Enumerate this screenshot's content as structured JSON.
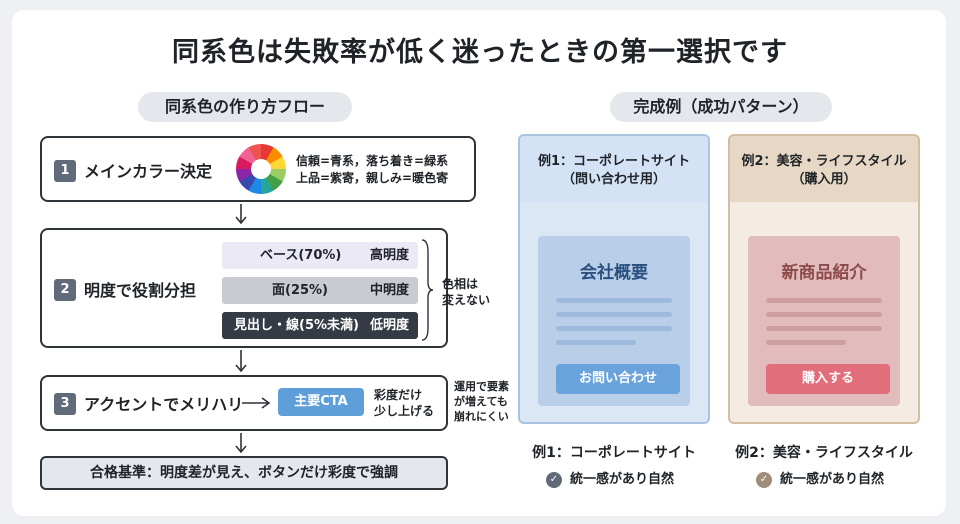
{
  "title": "同系色は失敗率が低く迷ったときの第一選択です",
  "flow": {
    "heading": "同系色の作り方フロー",
    "step1": {
      "num": "1",
      "label": "メインカラー決定",
      "note_line1": "信頼=青系，落ち着き=緑系",
      "note_line2": "上品=紫寄，親しみ=暖色寄"
    },
    "step2": {
      "num": "2",
      "label": "明度で役割分担",
      "bands": [
        {
          "name": "ベース(70%)",
          "level": "高明度",
          "color": "#ece9f7",
          "text_color": "#1f2328"
        },
        {
          "name": "面(25%)",
          "level": "中明度",
          "color": "#c8cbd0",
          "text_color": "#1f2328"
        },
        {
          "name": "見出し・線(5%未満)",
          "level": "低明度",
          "color": "#353b44",
          "text_color": "#ffffff"
        }
      ],
      "side_line1": "色相は",
      "side_line2": "変えない"
    },
    "step3": {
      "num": "3",
      "label": "アクセントでメリハリ",
      "cta": "主要CTA",
      "note_line1": "彩度だけ",
      "note_line2": "少し上げる",
      "side_line1": "運用で要素",
      "side_line2": "が増えても",
      "side_line3": "崩れにくい"
    },
    "criteria": "合格基準：明度差が見え、ボタンだけ彩度で強調"
  },
  "examples": {
    "heading": "完成例（成功パターン）",
    "corp": {
      "header_line1": "例1：コーポレートサイト",
      "header_line2": "（問い合わせ用）",
      "card_title": "会社概要",
      "button": "お問い合わせ",
      "caption": "例1：コーポレートサイト",
      "check_text": "統一感があり自然"
    },
    "lifestyle": {
      "header_line1": "例2：美容・ライフスタイル",
      "header_line2": "（購入用）",
      "card_title": "新商品紹介",
      "button": "購入する",
      "caption": "例2：美容・ライフスタイル",
      "check_text": "統一感があり自然"
    }
  },
  "colors": {
    "blue_bg": "#dbe7f5",
    "blue_header": "#d3e2f4",
    "blue_border": "#a9c3e0",
    "blue_card": "#b9cfe9",
    "blue_btn": "#6aa2db",
    "blue_title": "#2b4f7e",
    "beige_bg": "#f4ece3",
    "beige_header": "#e7d8c5",
    "beige_border": "#d3bea3",
    "rose_card": "#e2bcbc",
    "rose_btn": "#e26e7b",
    "rose_title": "#8c4a4a",
    "cta_blue": "#5e9fda"
  }
}
